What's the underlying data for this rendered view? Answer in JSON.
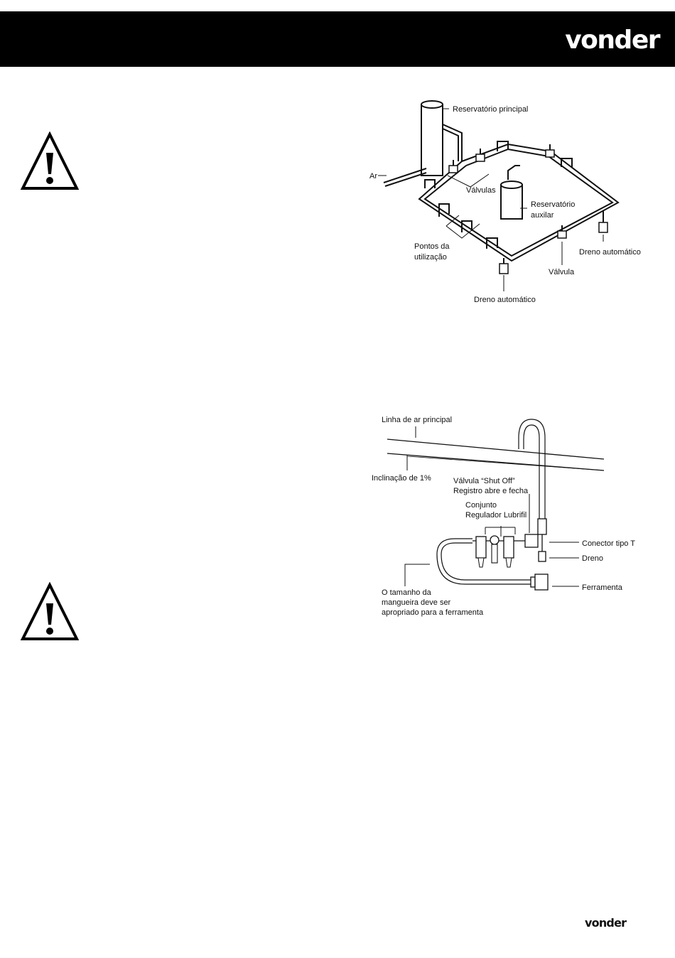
{
  "header": {
    "brand": "vonder"
  },
  "footer": {
    "brand": "vonder"
  },
  "figure1": {
    "labels": {
      "main_reservoir": "Reservatório principal",
      "air": "Ar",
      "valves": "Válvulas",
      "aux_reservoir_1": "Reservatório",
      "aux_reservoir_2": "auxilar",
      "use_points_1": "Pontos da",
      "use_points_2": "utilização",
      "auto_drain_right": "Dreno automático",
      "valve": "Válvula",
      "auto_drain_bottom": "Dreno automático"
    }
  },
  "figure2": {
    "labels": {
      "main_line": "Linha de ar principal",
      "slope": "Inclinação de 1%",
      "shutoff_1": "Válvula “Shut Off”",
      "shutoff_2": "Registro abre e fecha",
      "regulator_1": "Conjunto",
      "regulator_2": "Regulador Lubrifil",
      "t_connector": "Conector tipo T",
      "drain": "Dreno",
      "tool": "Ferramenta",
      "hose_1": "O tamanho da",
      "hose_2": "mangueira deve ser",
      "hose_3": "apropriado para a ferramenta"
    }
  }
}
